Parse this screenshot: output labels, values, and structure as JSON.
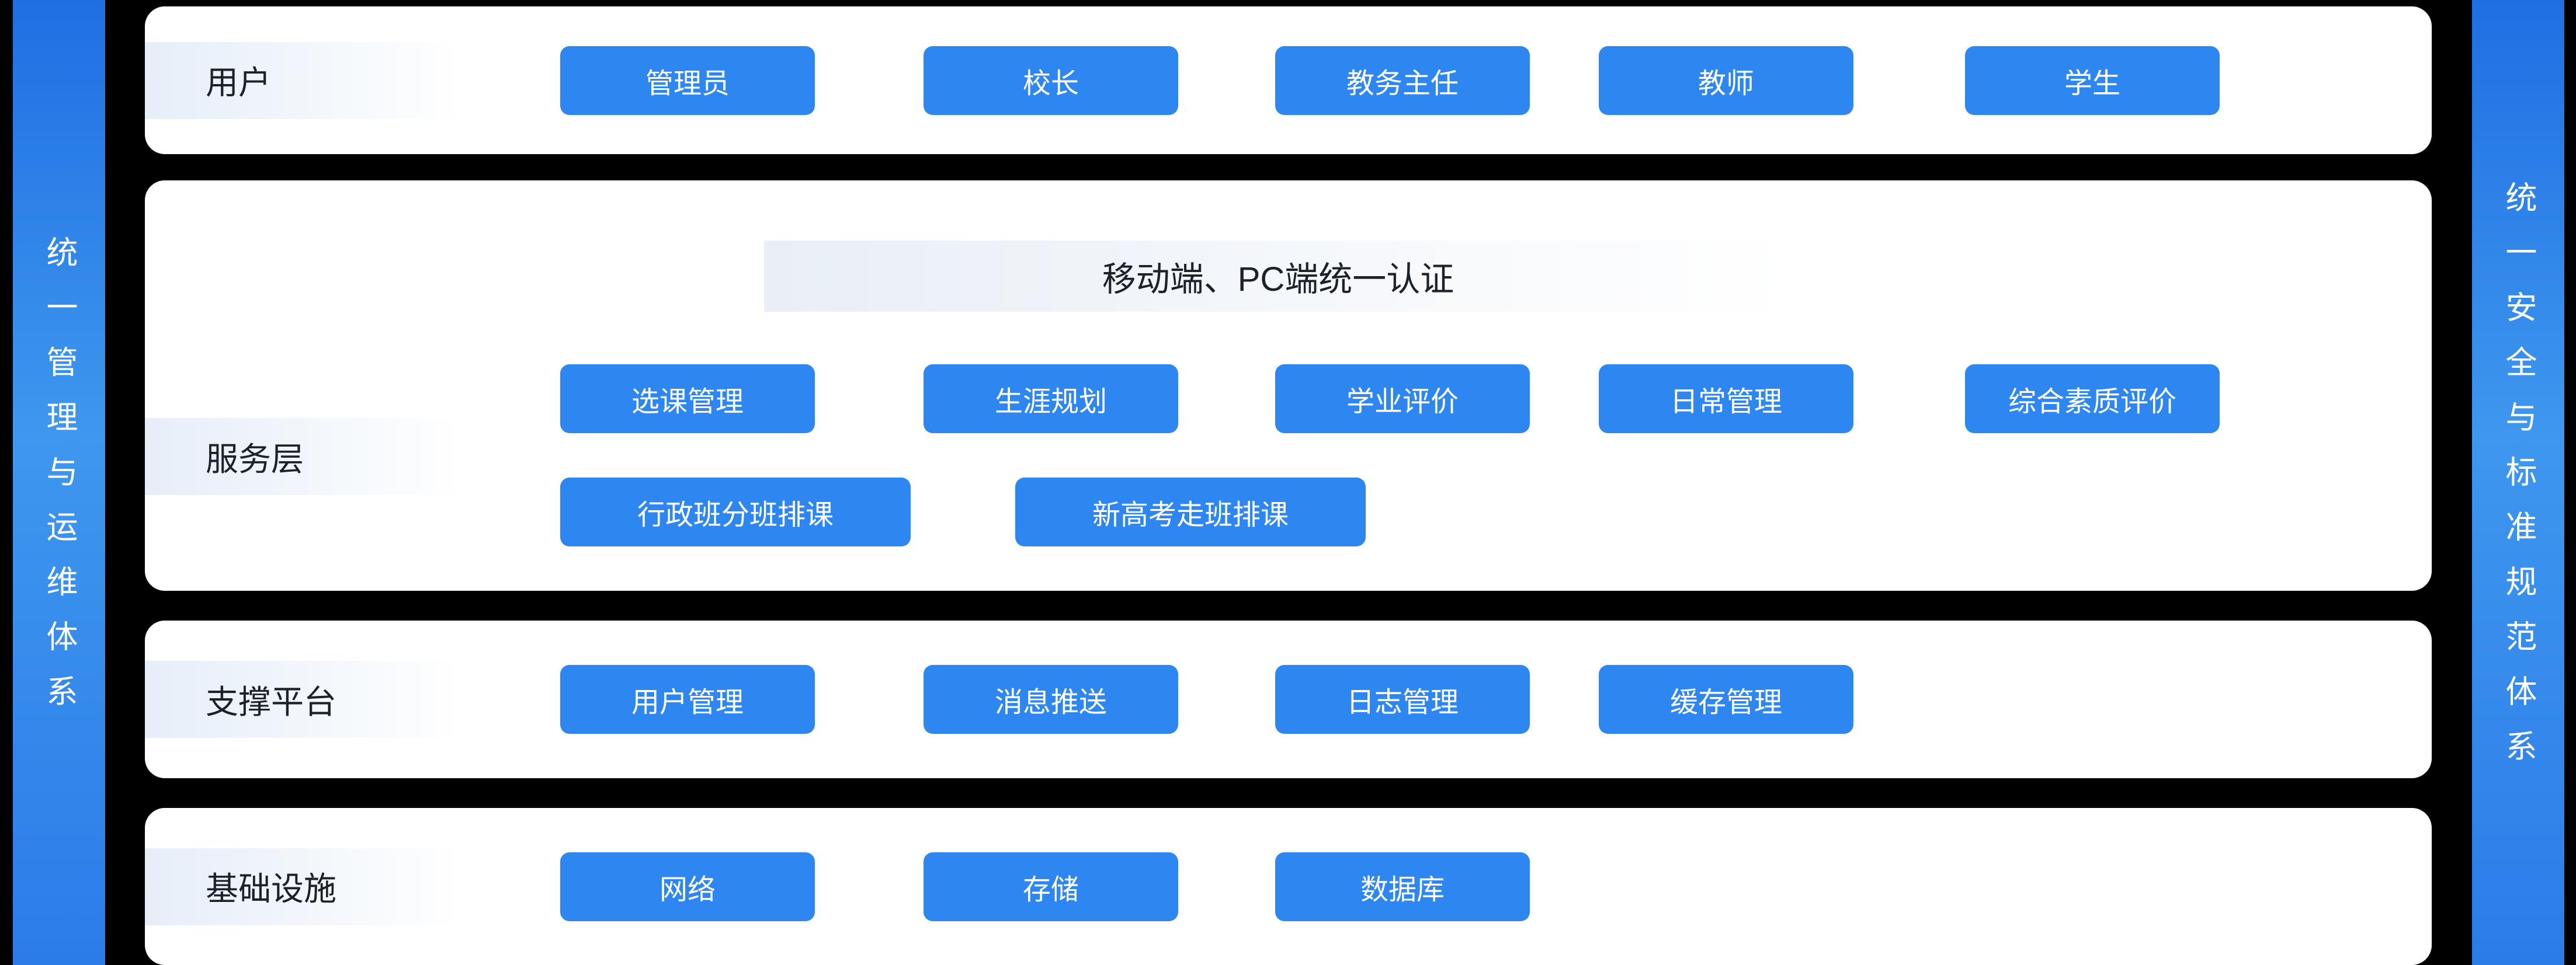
{
  "sidebars": {
    "left": "统一管理与运维体系",
    "right": "统一安全与标准规范体系"
  },
  "layers": {
    "users": {
      "label": "用户",
      "items": [
        "管理员",
        "校长",
        "教务主任",
        "教师",
        "学生"
      ]
    },
    "services": {
      "label": "服务层",
      "auth_header": "移动端、PC端统一认证",
      "items_row1": [
        "选课管理",
        "生涯规划",
        "学业评价",
        "日常管理",
        "综合素质评价"
      ],
      "items_row2": [
        "行政班分班排课",
        "新高考走班排课"
      ]
    },
    "support": {
      "label": "支撑平台",
      "items": [
        "用户管理",
        "消息推送",
        "日志管理",
        "缓存管理"
      ]
    },
    "infrastructure": {
      "label": "基础设施",
      "items": [
        "网络",
        "存储",
        "数据库"
      ]
    }
  },
  "colors": {
    "background": "#000000",
    "panel": "#ffffff",
    "node_blue": "#2e86f1",
    "sidebar_gradient_start": "#1f6fe3",
    "sidebar_gradient_end": "#3f97ee",
    "label_band": "#e4edf8",
    "text_dark": "#1d2129",
    "text_light": "#ffffff"
  }
}
